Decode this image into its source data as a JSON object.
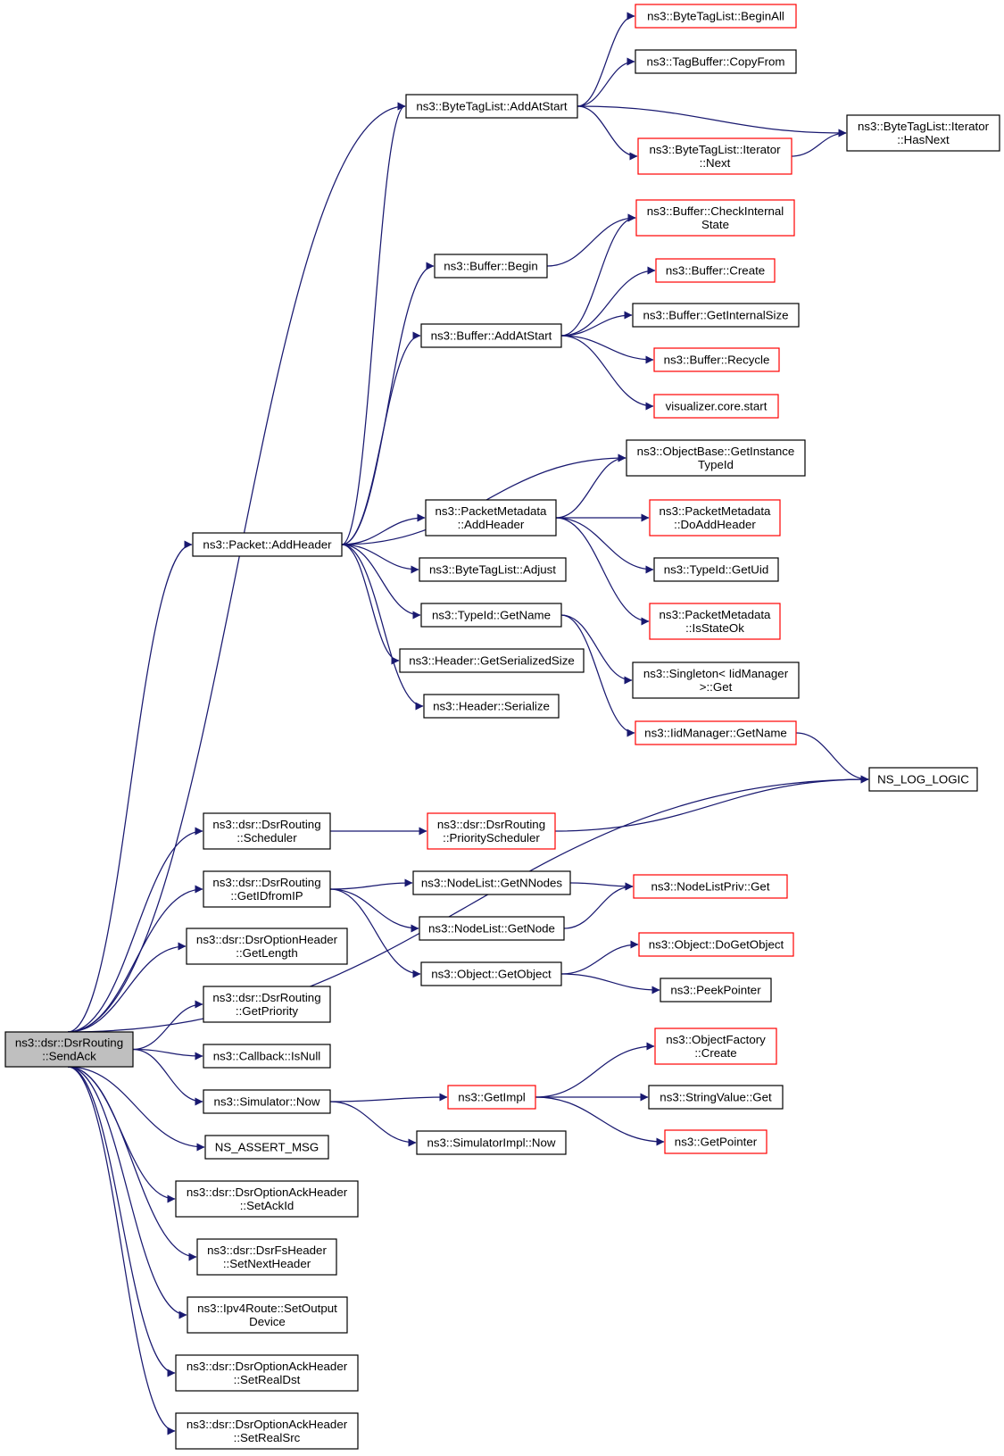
{
  "diagram": {
    "nodes": [
      {
        "id": "SendAck",
        "lines": [
          "ns3::dsr::DsrRouting",
          "::SendAck"
        ],
        "style": "root"
      },
      {
        "id": "AddHeader",
        "lines": [
          "ns3::Packet::AddHeader"
        ],
        "style": "black"
      },
      {
        "id": "AddAtStart",
        "lines": [
          "ns3::ByteTagList::AddAtStart"
        ],
        "style": "black"
      },
      {
        "id": "BeginAll",
        "lines": [
          "ns3::ByteTagList::BeginAll"
        ],
        "style": "red"
      },
      {
        "id": "CopyFrom",
        "lines": [
          "ns3::TagBuffer::CopyFrom"
        ],
        "style": "black"
      },
      {
        "id": "HasNext",
        "lines": [
          "ns3::ByteTagList::Iterator",
          "::HasNext"
        ],
        "style": "black"
      },
      {
        "id": "IterNext",
        "lines": [
          "ns3::ByteTagList::Iterator",
          "::Next"
        ],
        "style": "red"
      },
      {
        "id": "BufBegin",
        "lines": [
          "ns3::Buffer::Begin"
        ],
        "style": "black"
      },
      {
        "id": "CheckInternal",
        "lines": [
          "ns3::Buffer::CheckInternal",
          "State"
        ],
        "style": "red"
      },
      {
        "id": "BufCreate",
        "lines": [
          "ns3::Buffer::Create"
        ],
        "style": "red"
      },
      {
        "id": "BufAddAtStart",
        "lines": [
          "ns3::Buffer::AddAtStart"
        ],
        "style": "black"
      },
      {
        "id": "GetInternalSize",
        "lines": [
          "ns3::Buffer::GetInternalSize"
        ],
        "style": "black"
      },
      {
        "id": "Recycle",
        "lines": [
          "ns3::Buffer::Recycle"
        ],
        "style": "red"
      },
      {
        "id": "VisStart",
        "lines": [
          "visualizer.core.start"
        ],
        "style": "red"
      },
      {
        "id": "GetInstanceTypeId",
        "lines": [
          "ns3::ObjectBase::GetInstance",
          "TypeId"
        ],
        "style": "black"
      },
      {
        "id": "PMAddHeader",
        "lines": [
          "ns3::PacketMetadata",
          "::AddHeader"
        ],
        "style": "black"
      },
      {
        "id": "DoAddHeader",
        "lines": [
          "ns3::PacketMetadata",
          "::DoAddHeader"
        ],
        "style": "red"
      },
      {
        "id": "BTLAdjust",
        "lines": [
          "ns3::ByteTagList::Adjust"
        ],
        "style": "black"
      },
      {
        "id": "GetUid",
        "lines": [
          "ns3::TypeId::GetUid"
        ],
        "style": "black"
      },
      {
        "id": "TypeIdGetName",
        "lines": [
          "ns3::TypeId::GetName"
        ],
        "style": "black"
      },
      {
        "id": "IsStateOk",
        "lines": [
          "ns3::PacketMetadata",
          "::IsStateOk"
        ],
        "style": "red"
      },
      {
        "id": "GetSerializedSize",
        "lines": [
          "ns3::Header::GetSerializedSize"
        ],
        "style": "black"
      },
      {
        "id": "SingletonGet",
        "lines": [
          "ns3::Singleton< IidManager",
          ">::Get"
        ],
        "style": "black"
      },
      {
        "id": "HeaderSerialize",
        "lines": [
          "ns3::Header::Serialize"
        ],
        "style": "black"
      },
      {
        "id": "IidGetName",
        "lines": [
          "ns3::IidManager::GetName"
        ],
        "style": "red"
      },
      {
        "id": "NSLogLogic",
        "lines": [
          "NS_LOG_LOGIC"
        ],
        "style": "black"
      },
      {
        "id": "Scheduler",
        "lines": [
          "ns3::dsr::DsrRouting",
          "::Scheduler"
        ],
        "style": "black"
      },
      {
        "id": "PriorityScheduler",
        "lines": [
          "ns3::dsr::DsrRouting",
          "::PriorityScheduler"
        ],
        "style": "red"
      },
      {
        "id": "GetIDfromIP",
        "lines": [
          "ns3::dsr::DsrRouting",
          "::GetIDfromIP"
        ],
        "style": "black"
      },
      {
        "id": "GetNNodes",
        "lines": [
          "ns3::NodeList::GetNNodes"
        ],
        "style": "black"
      },
      {
        "id": "NodeListPrivGet",
        "lines": [
          "ns3::NodeListPriv::Get"
        ],
        "style": "red"
      },
      {
        "id": "GetNode",
        "lines": [
          "ns3::NodeList::GetNode"
        ],
        "style": "black"
      },
      {
        "id": "OptGetLength",
        "lines": [
          "ns3::dsr::DsrOptionHeader",
          "::GetLength"
        ],
        "style": "black"
      },
      {
        "id": "DoGetObject",
        "lines": [
          "ns3::Object::DoGetObject"
        ],
        "style": "red"
      },
      {
        "id": "GetObject",
        "lines": [
          "ns3::Object::GetObject"
        ],
        "style": "black"
      },
      {
        "id": "PeekPointer",
        "lines": [
          "ns3::PeekPointer"
        ],
        "style": "black"
      },
      {
        "id": "GetPriority",
        "lines": [
          "ns3::dsr::DsrRouting",
          "::GetPriority"
        ],
        "style": "black"
      },
      {
        "id": "ObjFactoryCreate",
        "lines": [
          "ns3::ObjectFactory",
          "::Create"
        ],
        "style": "red"
      },
      {
        "id": "IsNull",
        "lines": [
          "ns3::Callback::IsNull"
        ],
        "style": "black"
      },
      {
        "id": "SimNow",
        "lines": [
          "ns3::Simulator::Now"
        ],
        "style": "black"
      },
      {
        "id": "GetImpl",
        "lines": [
          "ns3::GetImpl"
        ],
        "style": "red"
      },
      {
        "id": "StringValueGet",
        "lines": [
          "ns3::StringValue::Get"
        ],
        "style": "black"
      },
      {
        "id": "GetPointer",
        "lines": [
          "ns3::GetPointer"
        ],
        "style": "red"
      },
      {
        "id": "NSAssertMsg",
        "lines": [
          "NS_ASSERT_MSG"
        ],
        "style": "black"
      },
      {
        "id": "SimImplNow",
        "lines": [
          "ns3::SimulatorImpl::Now"
        ],
        "style": "black"
      },
      {
        "id": "SetAckId",
        "lines": [
          "ns3::dsr::DsrOptionAckHeader",
          "::SetAckId"
        ],
        "style": "black"
      },
      {
        "id": "SetNextHeader",
        "lines": [
          "ns3::dsr::DsrFsHeader",
          "::SetNextHeader"
        ],
        "style": "black"
      },
      {
        "id": "SetOutputDevice",
        "lines": [
          "ns3::Ipv4Route::SetOutput",
          "Device"
        ],
        "style": "black"
      },
      {
        "id": "SetRealDst",
        "lines": [
          "ns3::dsr::DsrOptionAckHeader",
          "::SetRealDst"
        ],
        "style": "black"
      },
      {
        "id": "SetRealSrc",
        "lines": [
          "ns3::dsr::DsrOptionAckHeader",
          "::SetRealSrc"
        ],
        "style": "black"
      }
    ],
    "edges": [
      [
        "SendAck",
        "AddHeader"
      ],
      [
        "SendAck",
        "AddAtStart"
      ],
      [
        "SendAck",
        "NSLogLogic"
      ],
      [
        "SendAck",
        "Scheduler"
      ],
      [
        "SendAck",
        "GetIDfromIP"
      ],
      [
        "SendAck",
        "OptGetLength"
      ],
      [
        "SendAck",
        "GetPriority"
      ],
      [
        "SendAck",
        "IsNull"
      ],
      [
        "SendAck",
        "SimNow"
      ],
      [
        "SendAck",
        "NSAssertMsg"
      ],
      [
        "SendAck",
        "SetAckId"
      ],
      [
        "SendAck",
        "SetNextHeader"
      ],
      [
        "SendAck",
        "SetOutputDevice"
      ],
      [
        "SendAck",
        "SetRealDst"
      ],
      [
        "SendAck",
        "SetRealSrc"
      ],
      [
        "AddHeader",
        "AddAtStart"
      ],
      [
        "AddHeader",
        "BufBegin"
      ],
      [
        "AddHeader",
        "BufAddAtStart"
      ],
      [
        "AddHeader",
        "GetInstanceTypeId"
      ],
      [
        "AddHeader",
        "PMAddHeader"
      ],
      [
        "AddHeader",
        "BTLAdjust"
      ],
      [
        "AddHeader",
        "TypeIdGetName"
      ],
      [
        "AddHeader",
        "GetSerializedSize"
      ],
      [
        "AddHeader",
        "HeaderSerialize"
      ],
      [
        "AddAtStart",
        "BeginAll"
      ],
      [
        "AddAtStart",
        "CopyFrom"
      ],
      [
        "AddAtStart",
        "HasNext"
      ],
      [
        "AddAtStart",
        "IterNext"
      ],
      [
        "IterNext",
        "HasNext"
      ],
      [
        "BufBegin",
        "CheckInternal"
      ],
      [
        "BufAddAtStart",
        "CheckInternal"
      ],
      [
        "BufAddAtStart",
        "BufCreate"
      ],
      [
        "BufAddAtStart",
        "GetInternalSize"
      ],
      [
        "BufAddAtStart",
        "Recycle"
      ],
      [
        "BufAddAtStart",
        "VisStart"
      ],
      [
        "PMAddHeader",
        "GetInstanceTypeId"
      ],
      [
        "PMAddHeader",
        "DoAddHeader"
      ],
      [
        "PMAddHeader",
        "GetUid"
      ],
      [
        "PMAddHeader",
        "IsStateOk"
      ],
      [
        "TypeIdGetName",
        "SingletonGet"
      ],
      [
        "TypeIdGetName",
        "IidGetName"
      ],
      [
        "IidGetName",
        "NSLogLogic"
      ],
      [
        "Scheduler",
        "PriorityScheduler"
      ],
      [
        "PriorityScheduler",
        "NSLogLogic"
      ],
      [
        "GetIDfromIP",
        "GetNNodes"
      ],
      [
        "GetIDfromIP",
        "GetNode"
      ],
      [
        "GetIDfromIP",
        "GetObject"
      ],
      [
        "GetNNodes",
        "NodeListPrivGet"
      ],
      [
        "GetNode",
        "NodeListPrivGet"
      ],
      [
        "GetObject",
        "DoGetObject"
      ],
      [
        "GetObject",
        "PeekPointer"
      ],
      [
        "SimNow",
        "GetImpl"
      ],
      [
        "SimNow",
        "SimImplNow"
      ],
      [
        "GetImpl",
        "ObjFactoryCreate"
      ],
      [
        "GetImpl",
        "StringValueGet"
      ],
      [
        "GetImpl",
        "GetPointer"
      ]
    ],
    "colors": {
      "edge": "#191970",
      "red_border": "#ff0000",
      "black_border": "#000000",
      "root_fill": "#bfbfbf"
    }
  }
}
